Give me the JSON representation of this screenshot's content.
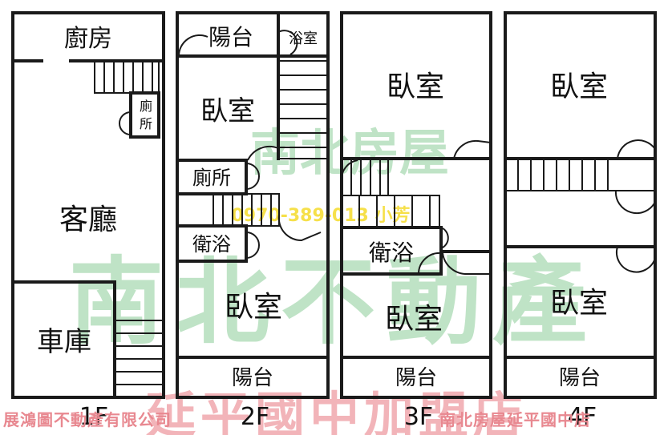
{
  "floors": [
    {
      "label": "1F",
      "rooms": {
        "kitchen": "廚房",
        "toilet_top": "廁",
        "toilet_bottom": "所",
        "living": "客廳",
        "garage": "車庫"
      }
    },
    {
      "label": "2F",
      "rooms": {
        "balcony_top": "陽台",
        "shower": "浴室",
        "bedroom_top": "臥室",
        "toilet": "廁所",
        "bath": "衛浴",
        "bedroom_bottom": "臥室",
        "balcony_bottom": "陽台"
      }
    },
    {
      "label": "3F",
      "rooms": {
        "bedroom_top": "臥室",
        "bath": "衛浴",
        "bedroom_bottom": "臥室",
        "balcony": "陽台"
      }
    },
    {
      "label": "4F",
      "rooms": {
        "bedroom_top": "臥室",
        "bedroom_bottom": "臥室",
        "balcony": "陽台"
      }
    }
  ],
  "watermark": {
    "brand_large": "南北不動產",
    "brand_mid": "南北房屋",
    "phone": "0970-389-013 小芳",
    "bottom_red": "延平國中加盟店"
  },
  "footer": {
    "left": "展鴻圖不動產有限公司",
    "right": "南北房屋延平國中店"
  },
  "colors": {
    "wall": "#1a1a1a",
    "watermark_green": "#bfe3c6",
    "watermark_red": "#f2b4b9",
    "phone_yellow": "#f6e04a",
    "footer_red": "#e88890"
  }
}
